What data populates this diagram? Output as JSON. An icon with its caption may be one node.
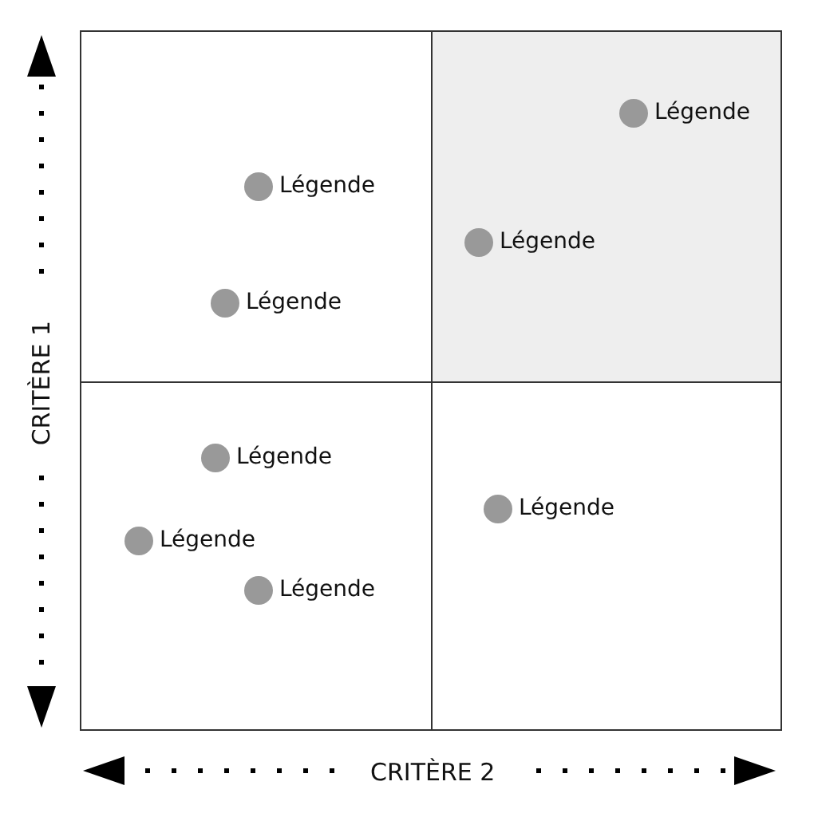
{
  "diagram": {
    "labels": [
      "Légende",
      "Légende",
      "Légende",
      "Légende",
      "CRITÈRE 1",
      "Légende",
      "Légende",
      "Légende",
      "Légende",
      "CRITÈRE 2"
    ]
  }
}
